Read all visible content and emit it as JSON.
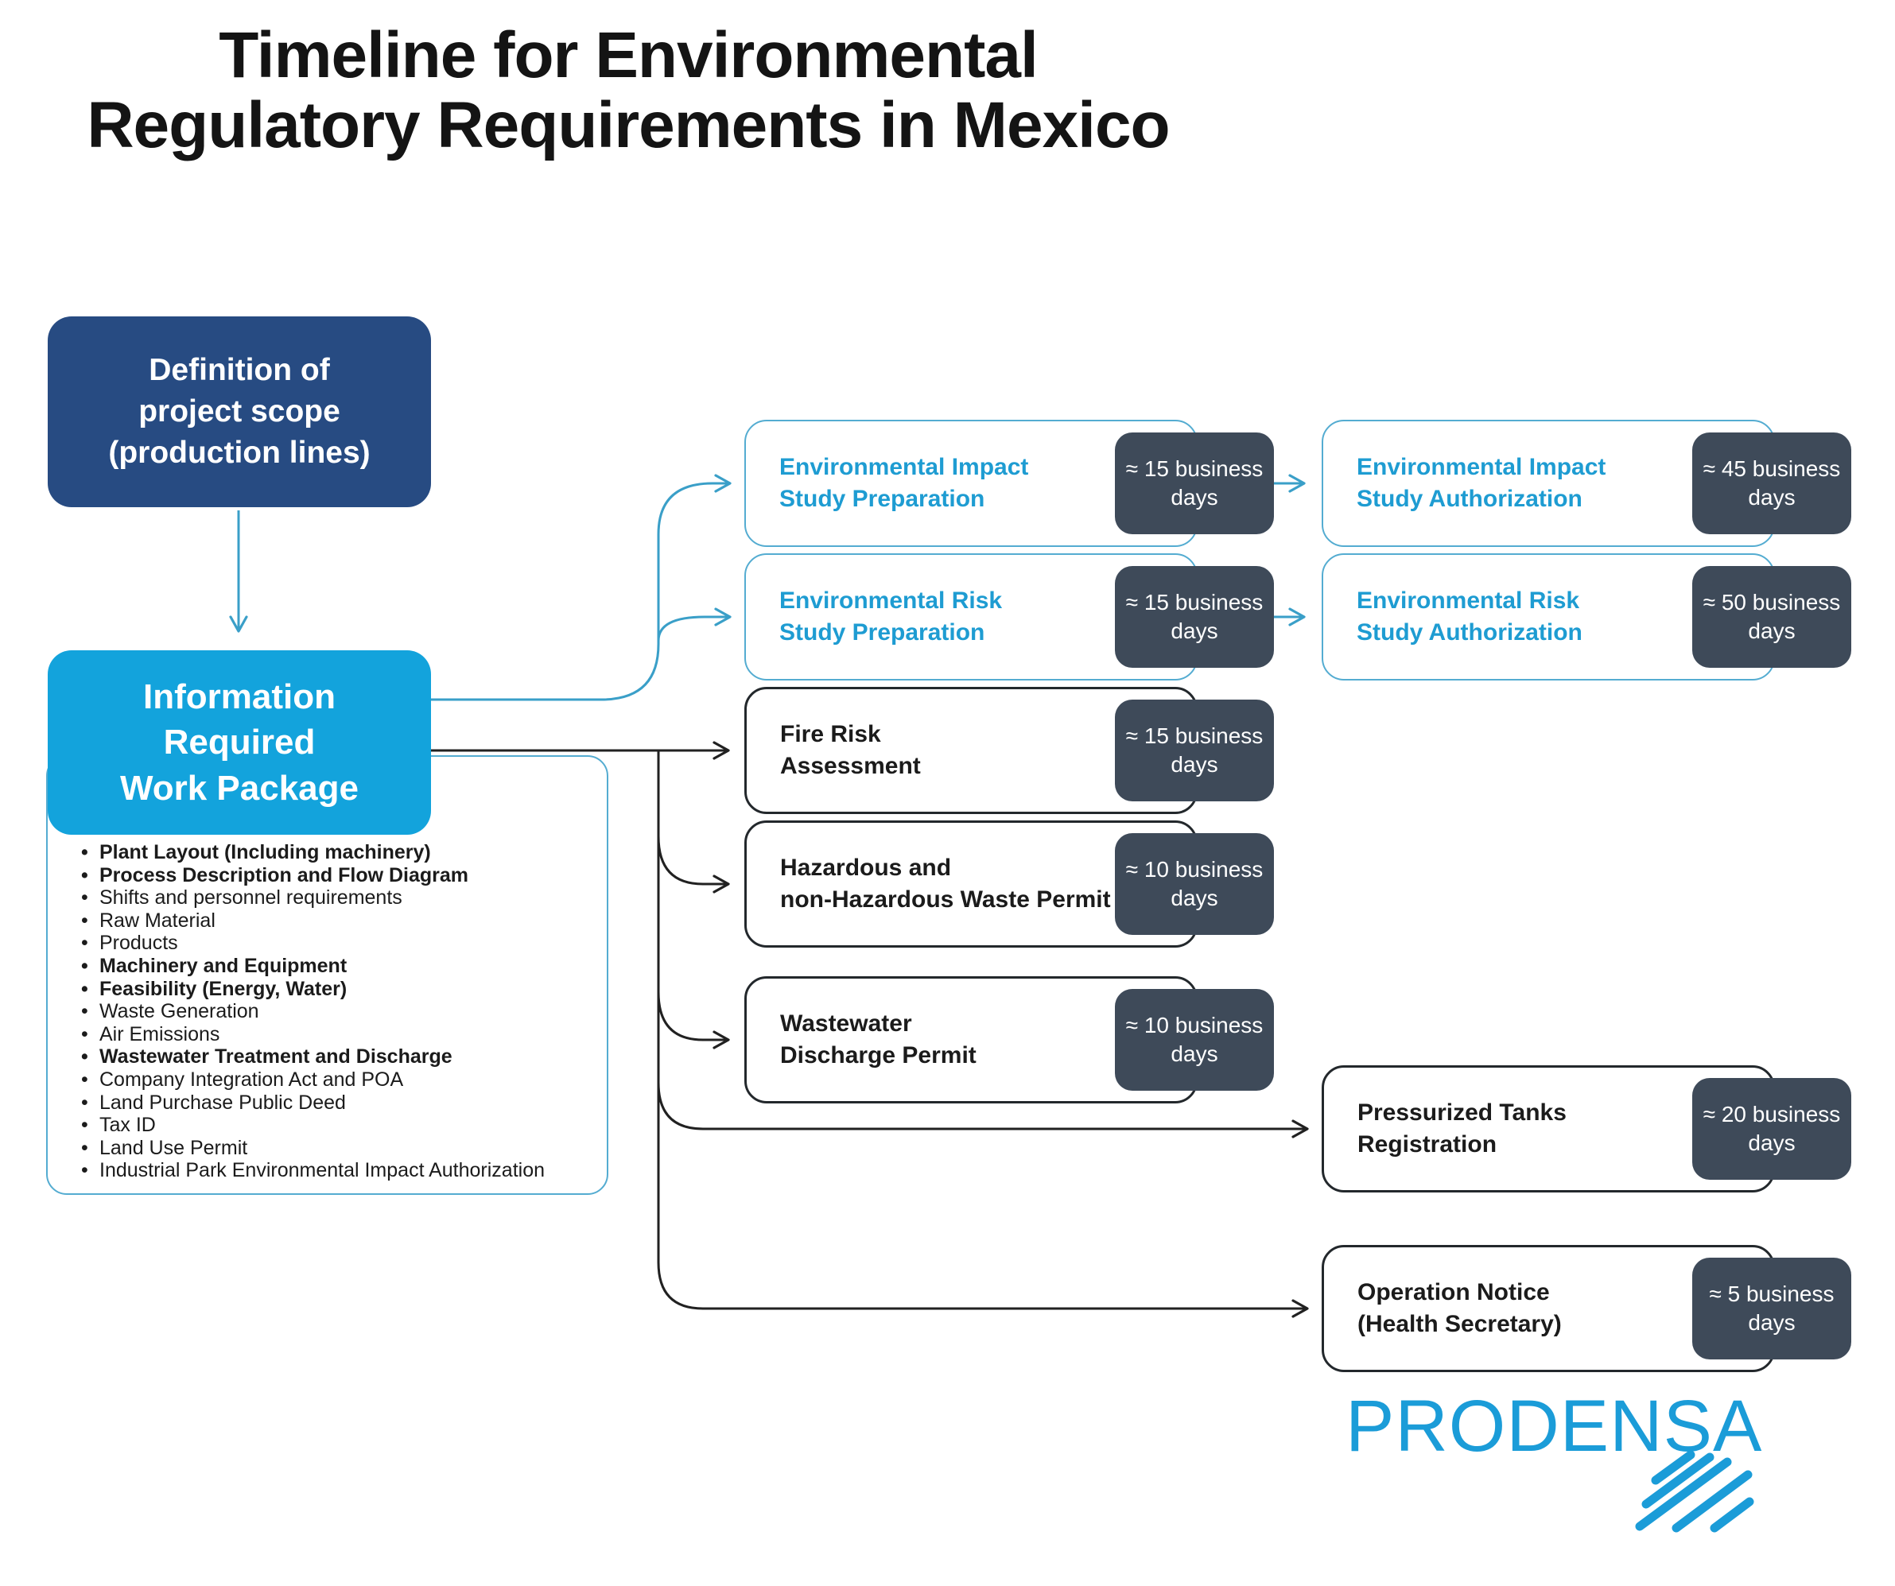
{
  "title": {
    "line1": "Timeline for Environmental",
    "line2": "Regulatory Requirements in Mexico"
  },
  "flow": {
    "definition_box": {
      "line1": "Definition of",
      "line2": "project scope",
      "line3": "(production lines)"
    },
    "info_box": {
      "line1": "Information",
      "line2": "Required",
      "line3": "Work Package"
    },
    "info_list": {
      "items": [
        {
          "text": "Plant Layout (Including machinery)",
          "emphasis": true,
          "css": "em-bold"
        },
        {
          "text": "Process Description and Flow Diagram",
          "emphasis": true,
          "css": "em-bold"
        },
        {
          "text": "Shifts and personnel requirements",
          "emphasis": false,
          "css": "em-norm"
        },
        {
          "text": "Raw Material",
          "emphasis": false,
          "css": "em-norm"
        },
        {
          "text": "Products",
          "emphasis": false,
          "css": "em-norm"
        },
        {
          "text": "Machinery and Equipment",
          "emphasis": true,
          "css": "em-bold"
        },
        {
          "text": "Feasibility (Energy, Water)",
          "emphasis": true,
          "css": "em-bold"
        },
        {
          "text": "Waste Generation",
          "emphasis": false,
          "css": "em-norm"
        },
        {
          "text": "Air Emissions",
          "emphasis": false,
          "css": "em-norm"
        },
        {
          "text": "Wastewater Treatment and Discharge",
          "emphasis": true,
          "css": "em-bold"
        },
        {
          "text": "Company Integration Act and POA",
          "emphasis": false,
          "css": "em-norm"
        },
        {
          "text": "Land Purchase Public Deed",
          "emphasis": false,
          "css": "em-norm"
        },
        {
          "text": "Tax ID",
          "emphasis": false,
          "css": "em-norm"
        },
        {
          "text": "Land Use Permit",
          "emphasis": false,
          "css": "em-norm"
        },
        {
          "text": "Industrial Park Environmental Impact Authorization",
          "emphasis": false,
          "css": "em-norm"
        }
      ]
    }
  },
  "steps": [
    {
      "id": "env-impact-study-preparation",
      "line1": "Environmental Impact",
      "line2": "Study Preparation",
      "duration": "≈ 15 business days",
      "style": "blue"
    },
    {
      "id": "env-impact-study-authorization",
      "line1": "Environmental Impact",
      "line2": "Study Authorization",
      "duration": "≈ 45 business days",
      "style": "blue"
    },
    {
      "id": "env-risk-study-preparation",
      "line1": "Environmental Risk",
      "line2": "Study Preparation",
      "duration": "≈ 15 business days",
      "style": "blue"
    },
    {
      "id": "env-risk-study-authorization",
      "line1": "Environmental Risk",
      "line2": "Study Authorization",
      "duration": "≈ 50 business days",
      "style": "blue"
    },
    {
      "id": "fire-risk-assessment",
      "line1": "Fire Risk",
      "line2": "Assessment",
      "duration": "≈ 15 business days",
      "style": "dark"
    },
    {
      "id": "hazardous-waste-permit",
      "line1": "Hazardous and",
      "line2": "non-Hazardous Waste Permit",
      "duration": "≈ 10 business days",
      "style": "dark"
    },
    {
      "id": "wastewater-discharge-permit",
      "line1": "Wastewater",
      "line2": "Discharge Permit",
      "duration": "≈ 10 business days",
      "style": "dark"
    },
    {
      "id": "pressurized-tanks-registration",
      "line1": "Pressurized Tanks",
      "line2": "Registration",
      "duration": "≈ 20 business days",
      "style": "dark"
    },
    {
      "id": "operation-notice",
      "line1": "Operation Notice",
      "line2": "(Health Secretary)",
      "duration": "≈ 5 business days",
      "style": "dark"
    }
  ],
  "logo": {
    "wordmark": "PRODENSA"
  },
  "colors": {
    "navy": "#274b82",
    "bright_blue": "#13a3dc",
    "accent_blue_text": "#1e9cd2",
    "connector_blue": "#3a9fc8",
    "light_blue_border": "#54acd1",
    "badge_slate": "#3e4a59",
    "logo_blue": "#1b9cd8"
  }
}
